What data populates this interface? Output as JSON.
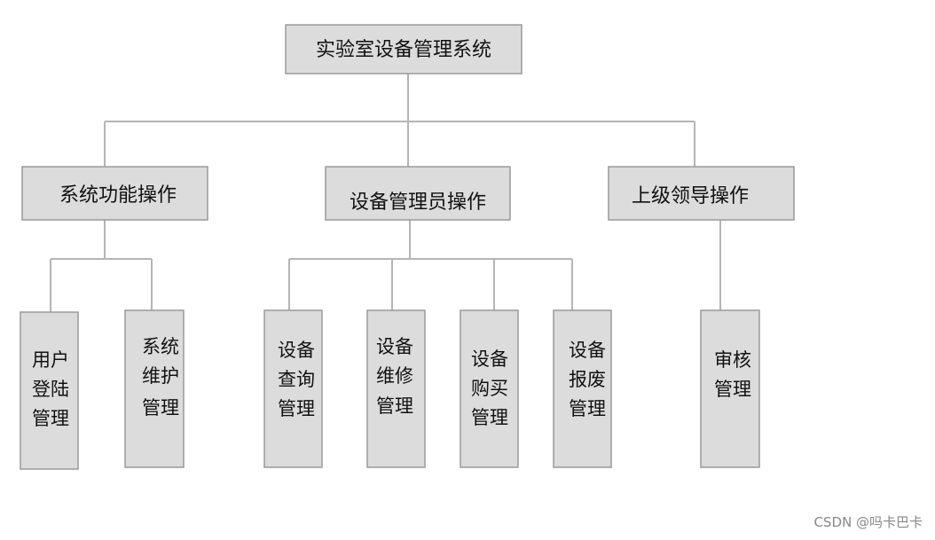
{
  "root": {
    "label": "实验室设备管理系统"
  },
  "groups": [
    {
      "label": "系统功能操作",
      "children": [
        {
          "lines": [
            "用户",
            "登陆",
            "管理"
          ]
        },
        {
          "lines": [
            "系统",
            "维护",
            "管理"
          ]
        }
      ]
    },
    {
      "label": "设备管理员操作",
      "children": [
        {
          "lines": [
            "设备",
            "查询",
            "管理"
          ]
        },
        {
          "lines": [
            "设备",
            "维修",
            "管理"
          ]
        },
        {
          "lines": [
            "设备",
            "购买",
            "管理"
          ]
        },
        {
          "lines": [
            "设备",
            "报废",
            "管理"
          ]
        }
      ]
    },
    {
      "label": "上级领导操作",
      "children": [
        {
          "lines": [
            "审核",
            "管理"
          ]
        }
      ]
    }
  ],
  "watermark": "CSDN @吗卡巴卡"
}
